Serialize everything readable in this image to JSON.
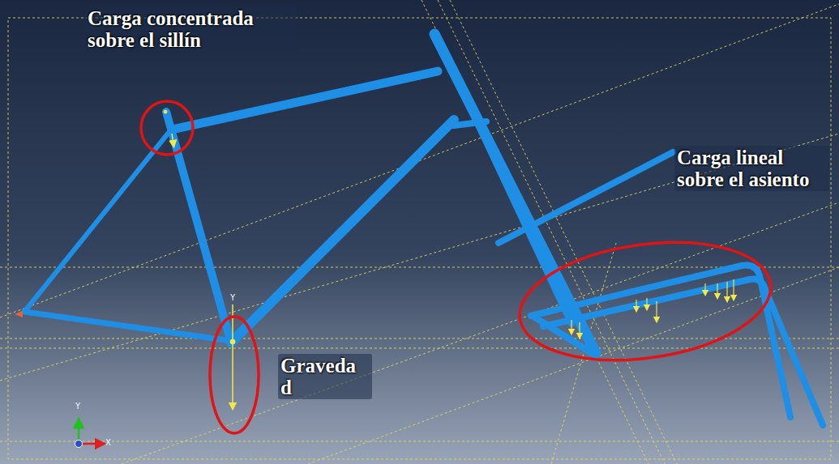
{
  "diagram": {
    "labels": [
      "Carga concentrada sobre el sillín",
      "Carga lineal sobre el asiento",
      "Graveda d",
      "Y",
      "X",
      "Y"
    ]
  }
}
